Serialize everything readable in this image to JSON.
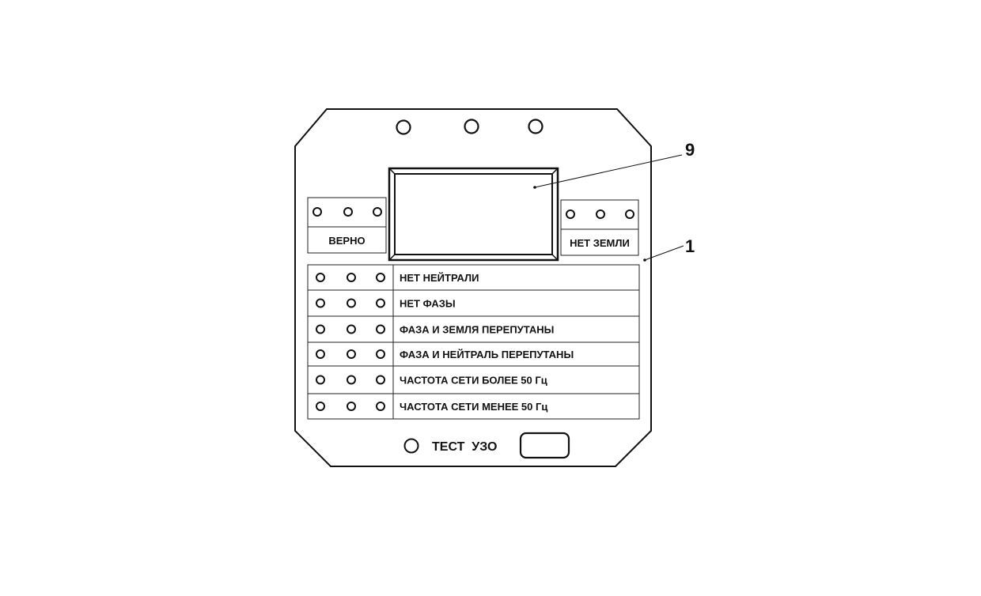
{
  "callouts": {
    "display": "9",
    "panel": "1"
  },
  "indicators": {
    "correct": "ВЕРНО",
    "no_ground": "НЕТ ЗЕМЛИ"
  },
  "fault_rows": [
    "НЕТ НЕЙТРАЛИ",
    "НЕТ ФАЗЫ",
    "ФАЗА И ЗЕМЛЯ ПЕРЕПУТАНЫ",
    "ФАЗА И НЕЙТРАЛЬ ПЕРЕПУТАНЫ",
    "ЧАСТОТА СЕТИ БОЛЕЕ 50 Гц",
    "ЧАСТОТА СЕТИ МЕНЕЕ 50 Гц"
  ],
  "test_button": {
    "label": "ТЕСТ  УЗО"
  },
  "icons": {
    "led": "led-ring-icon",
    "button": "test-button-icon"
  }
}
